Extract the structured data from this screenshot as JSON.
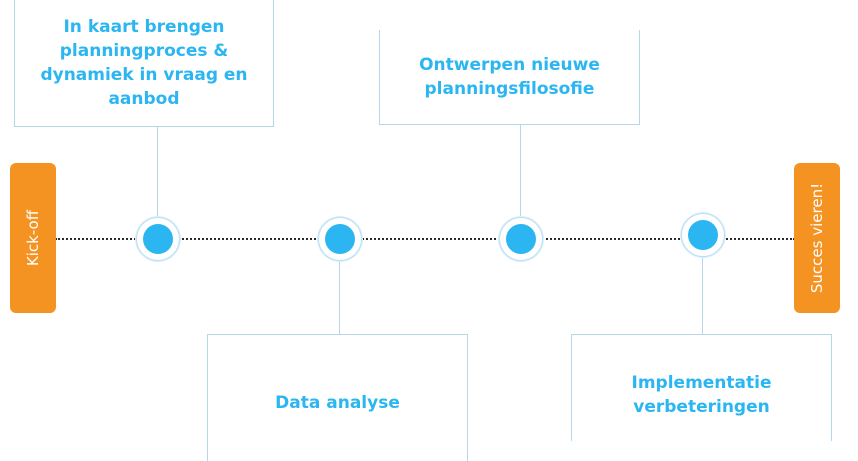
{
  "start_cap": {
    "label": "Kick-off"
  },
  "end_cap": {
    "label": "Succes vieren!"
  },
  "milestones": [
    {
      "label": "In kaart brengen\nplanningproces &\ndynamiek in vraag en\naanbod"
    },
    {
      "label": "Data analyse"
    },
    {
      "label": "Ontwerpen nieuwe\nplanningsfilosofie"
    },
    {
      "label": "Implementatie\nverbeteringen"
    }
  ],
  "colors": {
    "accent": "#2bb6f2",
    "cap": "#f59322",
    "border": "#b5d7ea"
  }
}
